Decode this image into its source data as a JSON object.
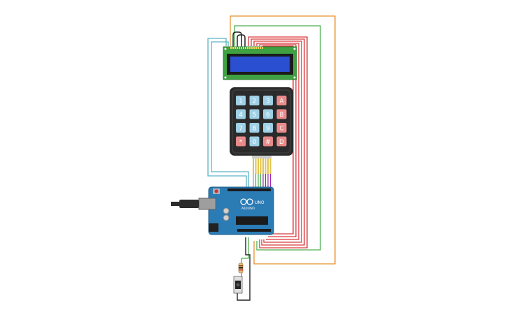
{
  "keypad": {
    "keys": [
      {
        "label": "1",
        "kind": "digit"
      },
      {
        "label": "2",
        "kind": "digit"
      },
      {
        "label": "3",
        "kind": "digit"
      },
      {
        "label": "A",
        "kind": "letter"
      },
      {
        "label": "4",
        "kind": "digit"
      },
      {
        "label": "5",
        "kind": "digit"
      },
      {
        "label": "6",
        "kind": "digit"
      },
      {
        "label": "B",
        "kind": "letter"
      },
      {
        "label": "7",
        "kind": "digit"
      },
      {
        "label": "8",
        "kind": "digit"
      },
      {
        "label": "9",
        "kind": "digit"
      },
      {
        "label": "C",
        "kind": "letter"
      },
      {
        "label": "*",
        "kind": "symbol"
      },
      {
        "label": "0",
        "kind": "digit"
      },
      {
        "label": "#",
        "kind": "symbol"
      },
      {
        "label": "D",
        "kind": "letter"
      }
    ]
  },
  "arduino": {
    "board_name": "UNO",
    "brand": "ARDUINO"
  },
  "colors": {
    "wire_orange": "#e8912f",
    "wire_green": "#4caf50",
    "wire_red": "#d9373b",
    "wire_teal": "#5ab4c4",
    "wire_black": "#222222",
    "wire_purple": "#9c27b0",
    "lcd_screen": "#2a4fd0",
    "lcd_frame": "#3fa142",
    "keypad_body": "#2b2b2b",
    "key_blue": "#9fd0e6",
    "key_red": "#e88a8a",
    "arduino_board": "#2b7bb5"
  }
}
